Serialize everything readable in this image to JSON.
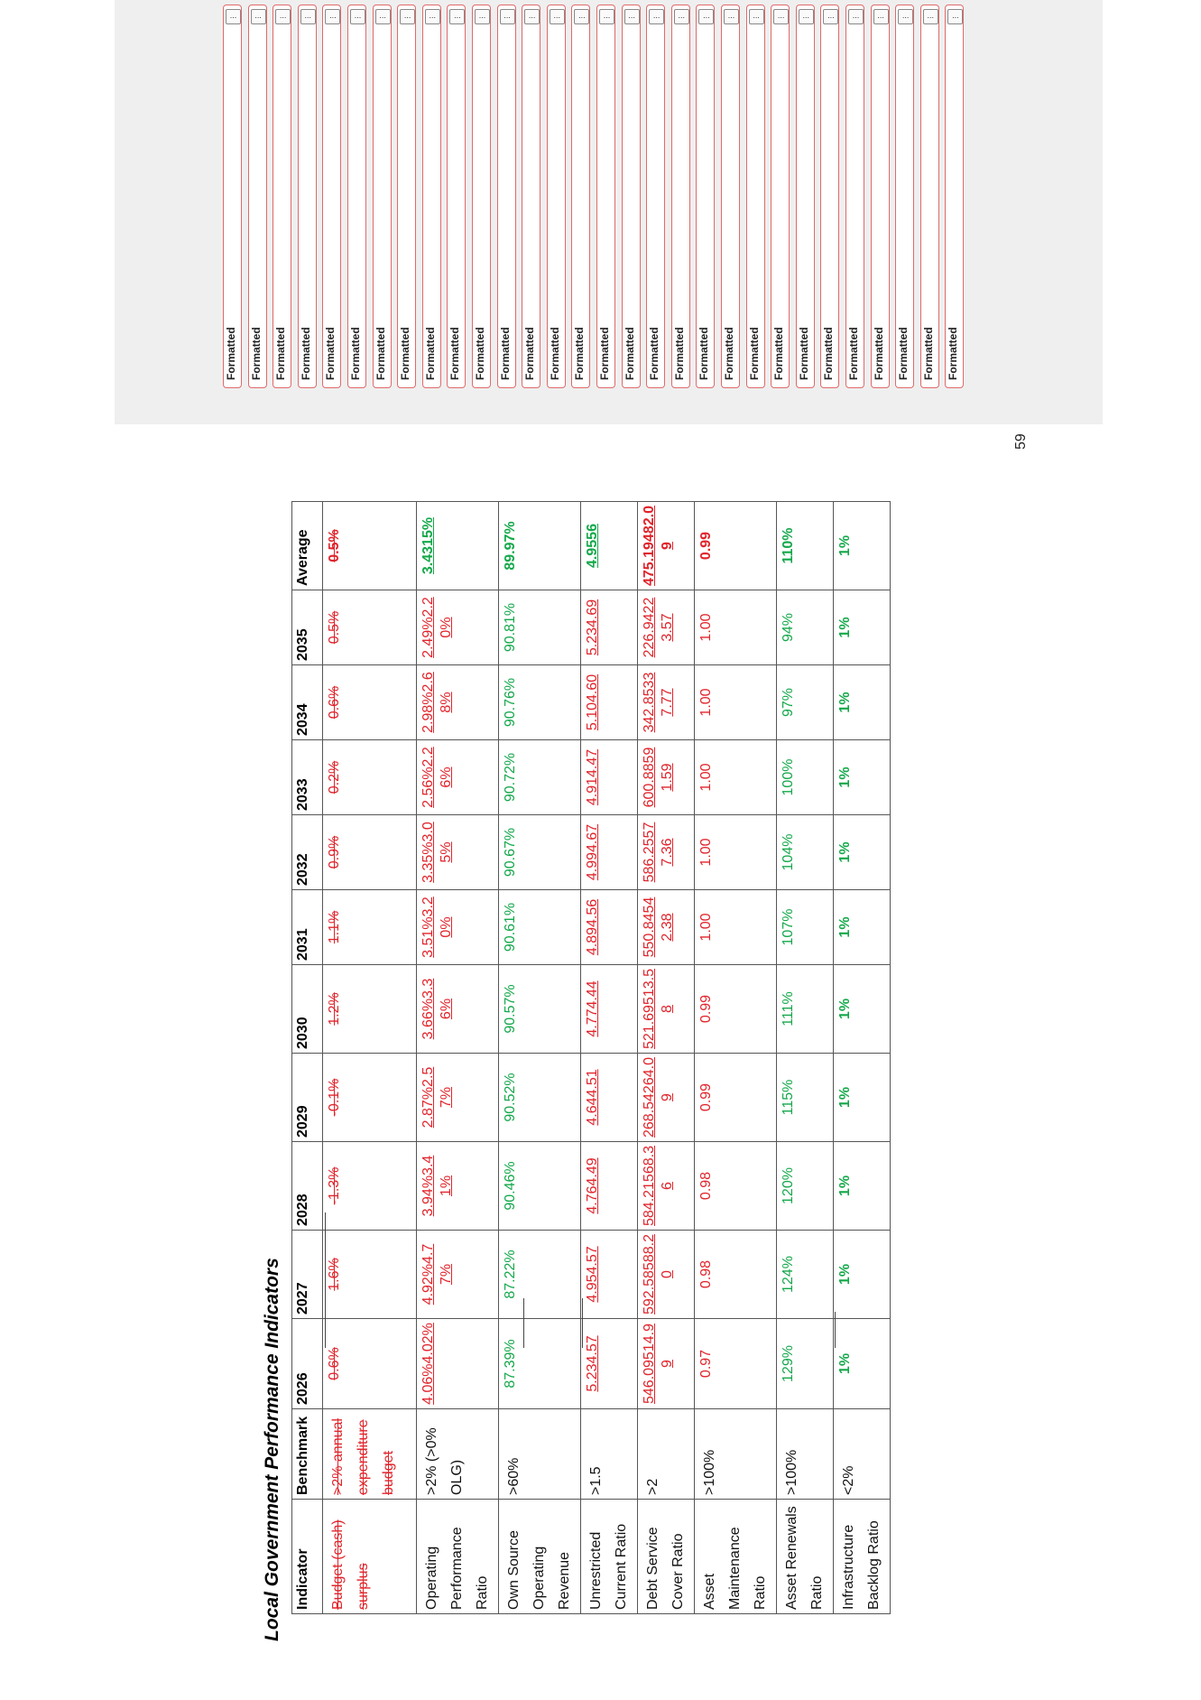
{
  "page": {
    "title": "Local Government Performance Indicators",
    "page_number": "59"
  },
  "table": {
    "headers": [
      "Indicator",
      "Benchmark",
      "2026",
      "2027",
      "2028",
      "2029",
      "2030",
      "2031",
      "2032",
      "2033",
      "2034",
      "2035",
      "Average"
    ],
    "rows": [
      {
        "indicator": "Budget (cash) surplus",
        "benchmark": ">2% annual expenditure budget",
        "values": [
          "0.6%",
          "1.6%",
          "-1.3%",
          "-0.1%",
          "1.2%",
          "1.1%",
          "0.9%",
          "0.2%",
          "0.6%",
          "0.5%",
          "0.5%"
        ]
      },
      {
        "indicator": "Operating Performance Ratio",
        "benchmark": ">2%   (>0% OLG)",
        "values": [
          "4.06%4.02%",
          "4.92%4.77%",
          "3.94%3.41%",
          "2.87%2.57%",
          "3.66%3.36%",
          "3.51%3.20%",
          "3.35%3.05%",
          "2.56%2.26%",
          "2.98%2.68%",
          "2.49%2.20%",
          "3.4315%"
        ]
      },
      {
        "indicator": "Own Source Operating Revenue",
        "benchmark": ">60%",
        "values": [
          "87.39%",
          "87.22%",
          "90.46%",
          "90.52%",
          "90.57%",
          "90.61%",
          "90.67%",
          "90.72%",
          "90.76%",
          "90.81%",
          "89.97%"
        ]
      },
      {
        "indicator": "Unrestricted Current Ratio",
        "benchmark": ">1.5",
        "values": [
          "5.234.57",
          "4.954.57",
          "4.764.49",
          "4.644.51",
          "4.774.44",
          "4.894.56",
          "4.994.67",
          "4.914.47",
          "5.104.60",
          "5.234.69",
          "4.9556"
        ]
      },
      {
        "indicator": "Debt Service Cover Ratio",
        "benchmark": ">2",
        "values": [
          "546.09514.99",
          "592.58588.20",
          "584.21568.36",
          "268.54264.09",
          "521.69513.58",
          "550.84542.38",
          "586.25577.36",
          "600.88591.59",
          "342.85337.77",
          "226.94223.57",
          "475.19482.09"
        ]
      },
      {
        "indicator": "Asset Maintenance Ratio",
        "benchmark": ">100%",
        "values": [
          "0.97",
          "0.98",
          "0.98",
          "0.99",
          "0.99",
          "1.00",
          "1.00",
          "1.00",
          "1.00",
          "1.00",
          "0.99"
        ]
      },
      {
        "indicator": "Asset Renewals Ratio",
        "benchmark": ">100%",
        "values": [
          "129%",
          "124%",
          "120%",
          "115%",
          "111%",
          "107%",
          "104%",
          "100%",
          "97%",
          "94%",
          "110%"
        ]
      },
      {
        "indicator": "Infrastructure Backlog Ratio",
        "benchmark": "<2%",
        "values": [
          "1%",
          "1%",
          "1%",
          "1%",
          "1%",
          "1%",
          "1%",
          "1%",
          "1%",
          "1%",
          "1%"
        ]
      }
    ]
  },
  "comments": {
    "label": "Formatted",
    "button": "...",
    "count": 30
  },
  "colors": {
    "deleted_text": "#e0242b",
    "positive_text": "#14a84a",
    "markup_border": "#e06a6a",
    "markup_pane": "#efefef"
  }
}
